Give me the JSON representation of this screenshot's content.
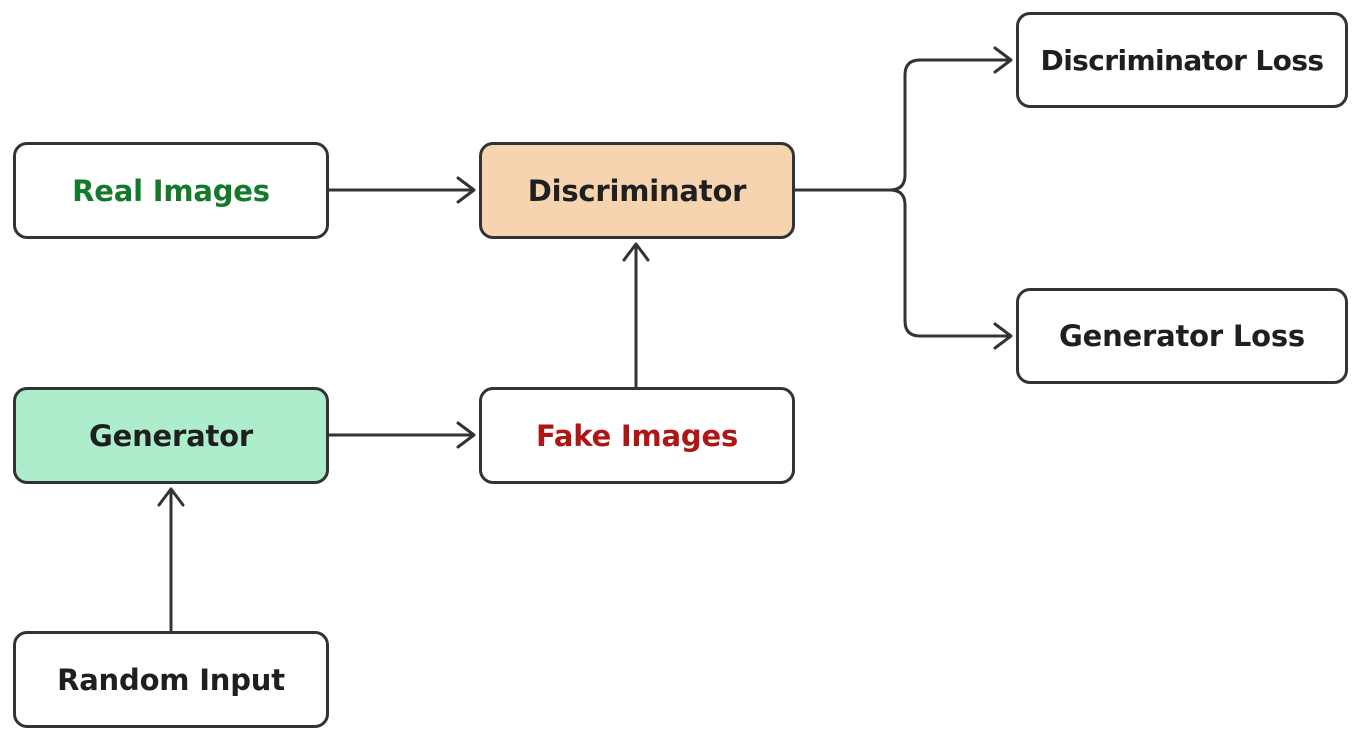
{
  "colors": {
    "stroke": "#333333",
    "discriminator_fill": "#f7d4b0",
    "generator_fill": "#aeedcb",
    "real_images_text": "#127a2a",
    "fake_images_text": "#b01515",
    "default_text": "#1f1f1f"
  },
  "nodes": {
    "real_images": {
      "label": "Real Images"
    },
    "discriminator": {
      "label": "Discriminator"
    },
    "generator": {
      "label": "Generator"
    },
    "fake_images": {
      "label": "Fake Images"
    },
    "random_input": {
      "label": "Random Input"
    },
    "discriminator_loss": {
      "label": "Discriminator Loss"
    },
    "generator_loss": {
      "label": "Generator Loss"
    }
  },
  "edges": [
    {
      "from": "real_images",
      "to": "discriminator"
    },
    {
      "from": "generator",
      "to": "fake_images"
    },
    {
      "from": "fake_images",
      "to": "discriminator"
    },
    {
      "from": "random_input",
      "to": "generator"
    },
    {
      "from": "discriminator",
      "to": "discriminator_loss"
    },
    {
      "from": "discriminator",
      "to": "generator_loss"
    }
  ]
}
